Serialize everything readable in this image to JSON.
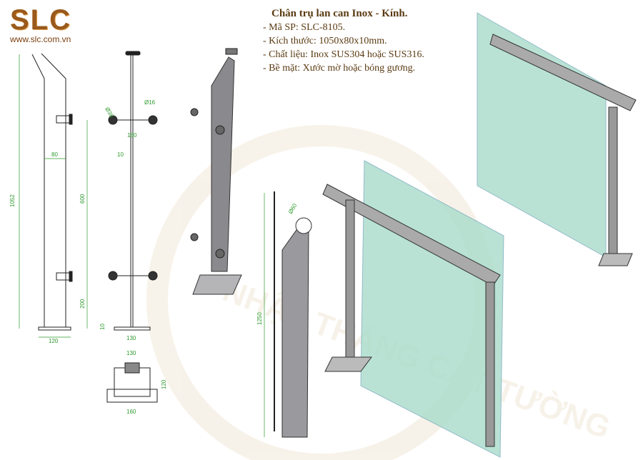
{
  "logo": {
    "mark": "SLC",
    "url": "www.slc.com.vn"
  },
  "product": {
    "title": "Chân trụ lan can Inox - Kính.",
    "specs": [
      "- Mã SP: SLC-8105.",
      "- Kích thước: 1050x80x10mm.",
      "- Chất liệu: Inox SUS304 hoặc SUS316.",
      "- Bề mặt: Xước mờ hoặc bóng gương."
    ]
  },
  "dimensions": {
    "height": "1052",
    "width": "80",
    "spacing": "600",
    "bottom": "200",
    "base_side": "120",
    "clamp_dia": "Ø38",
    "pin_dia": "Ø16",
    "clamp_span": "180",
    "thickness": "10",
    "base_thick": "10",
    "base_front": "130",
    "plan_width": "130",
    "plan_depth": "120",
    "plan_total": "160",
    "rail_dia": "Ø60",
    "rail_height": "1250"
  },
  "watermark": "NHẬT THẮNG CÁT TƯỜNG",
  "colors": {
    "dimension": "#2e9a2e",
    "glass": "#a8dccb",
    "steel": "#8a8a8e",
    "brand": "#9a5a1c"
  }
}
